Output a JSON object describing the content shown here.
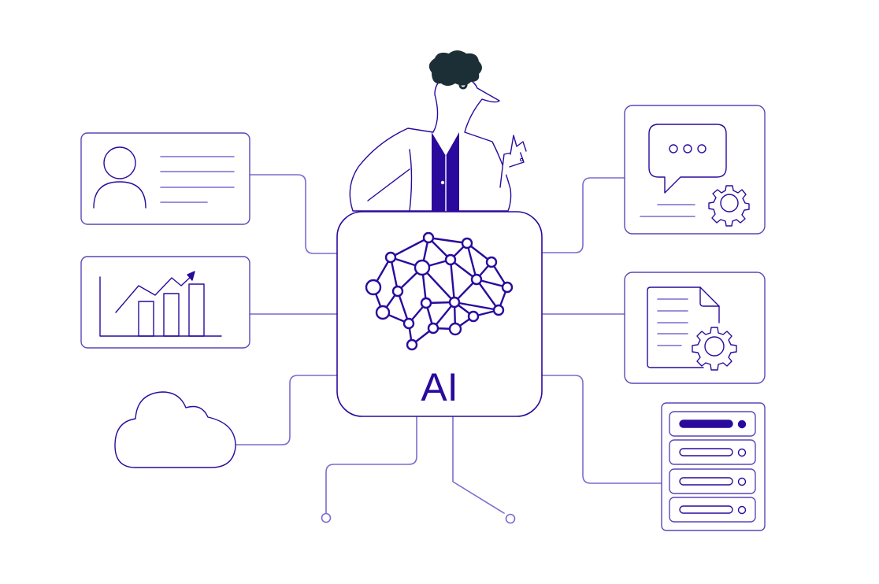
{
  "illustration": {
    "title": "AI hub connected to data sources",
    "center": {
      "label": "AI",
      "icon": "brain-network-icon"
    },
    "colors": {
      "stroke_dark": "#2a0a9c",
      "stroke_light": "#7b6ccf",
      "hair": "#1d2f36",
      "background": "#ffffff"
    },
    "left_nodes": [
      {
        "name": "user-profile-card",
        "icon": "user-icon"
      },
      {
        "name": "analytics-chart-card",
        "icon": "bar-chart-trend-icon"
      },
      {
        "name": "cloud",
        "icon": "cloud-icon"
      }
    ],
    "right_nodes": [
      {
        "name": "chat-settings-card",
        "icon": "chat-gear-icon"
      },
      {
        "name": "document-settings-card",
        "icon": "document-gear-icon"
      },
      {
        "name": "server-rack",
        "icon": "server-icon"
      }
    ],
    "character": {
      "name": "bird-character-presenter"
    }
  }
}
